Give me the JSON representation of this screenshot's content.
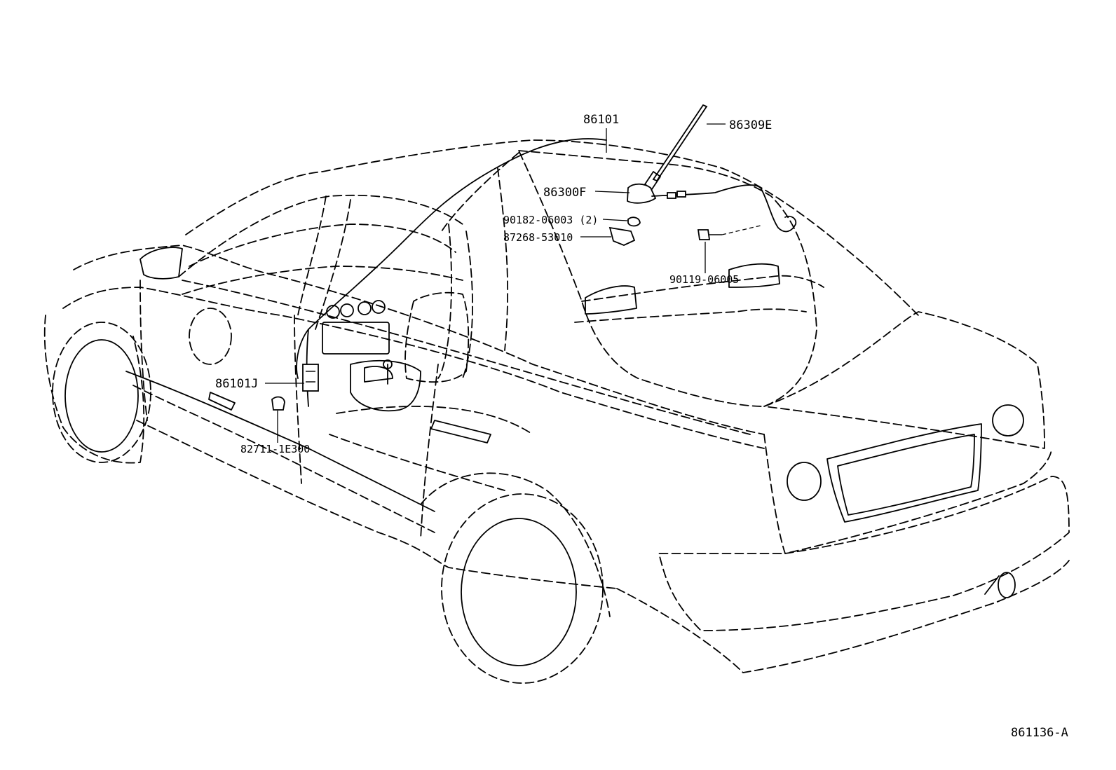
{
  "diagram": {
    "reference_code": "861136-A",
    "parts": {
      "antenna_cable": "86101",
      "antenna_rod": "86309E",
      "antenna_base": "86300F",
      "screw": "90182-06003 (2)",
      "bracket": "87268-53010",
      "bolt": "90119-06005",
      "radio_cable": "86101J",
      "clamp": "82711-1E300"
    }
  }
}
